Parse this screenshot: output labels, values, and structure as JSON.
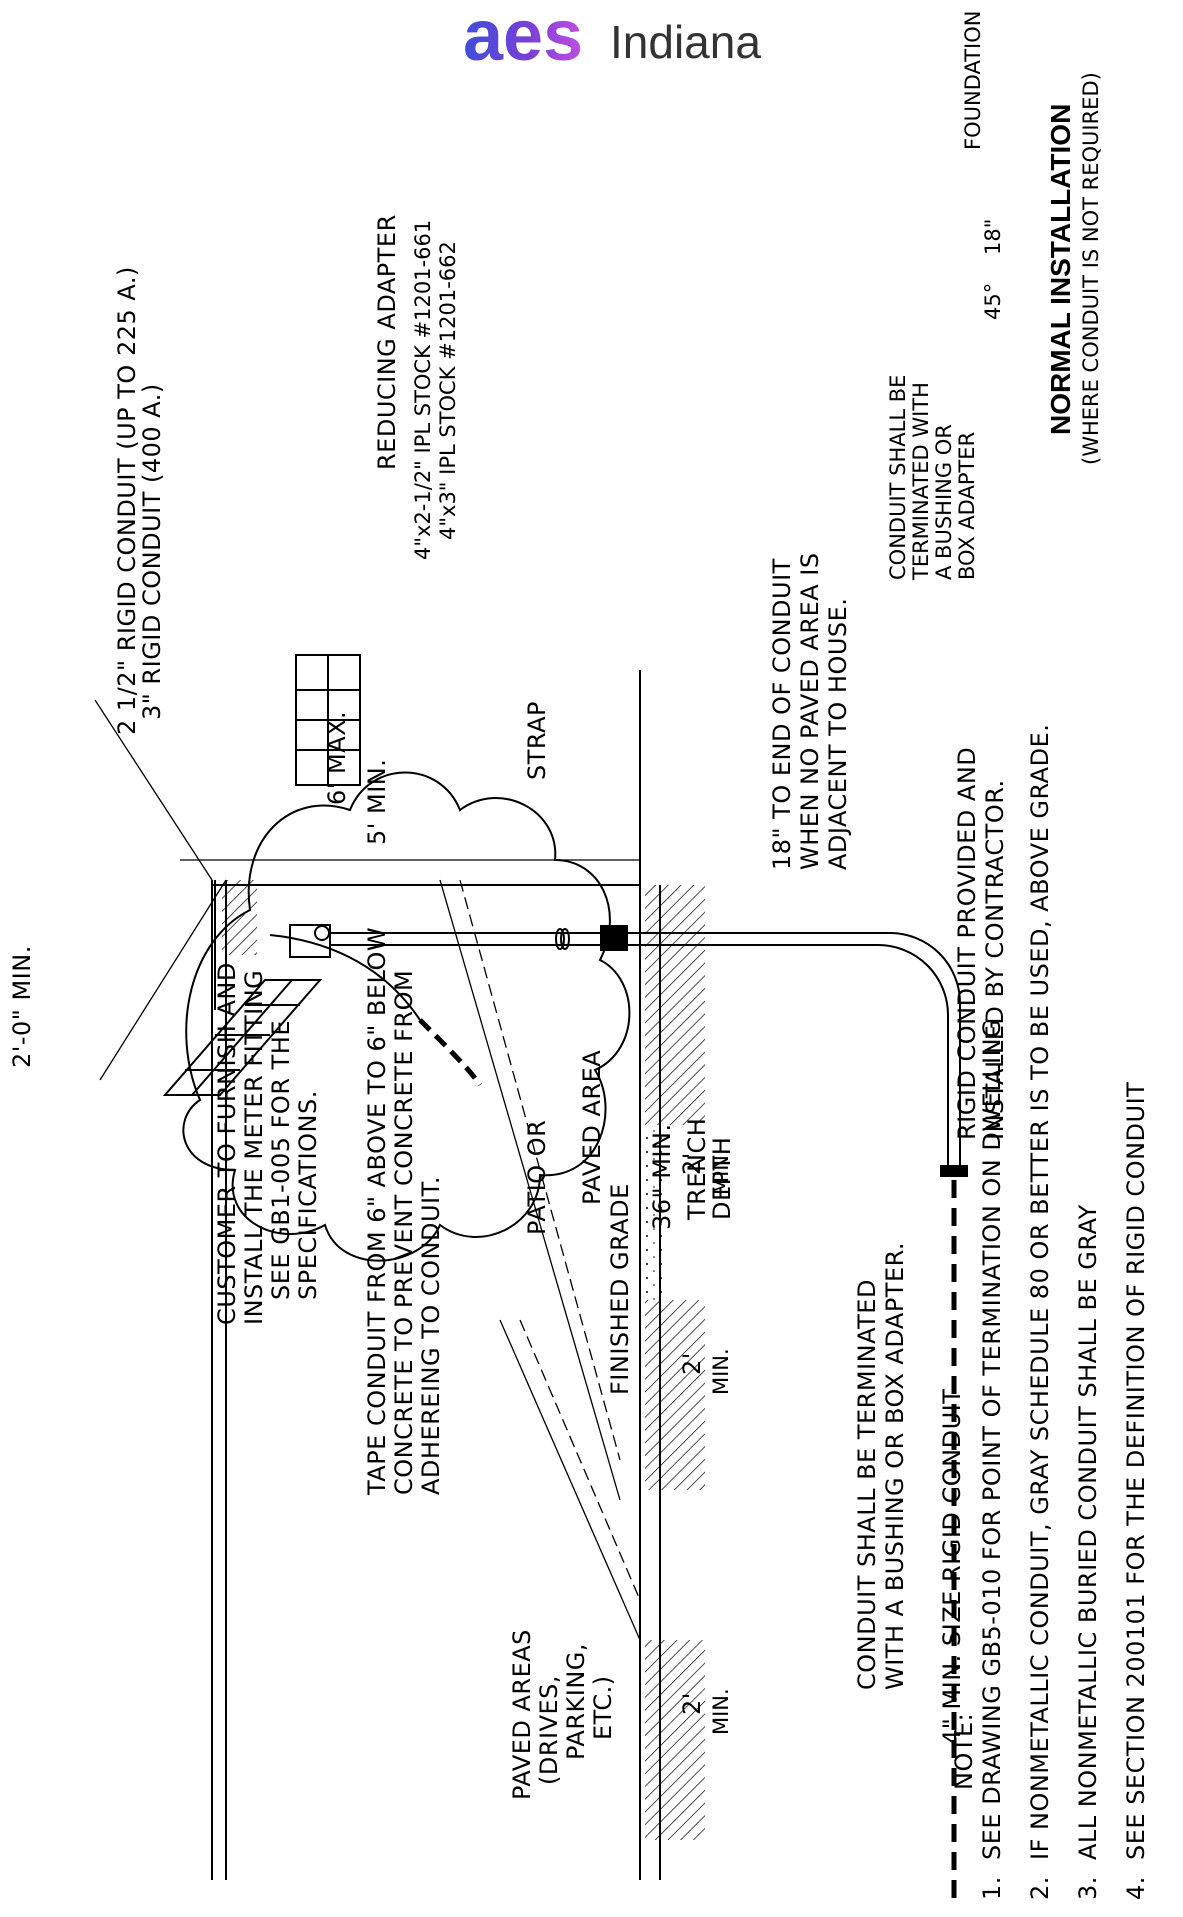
{
  "logo": {
    "mark": "aes",
    "text": "Indiana",
    "colors": [
      "#3d4fd9",
      "#7a3fd6",
      "#c04fe0"
    ]
  },
  "labels": {
    "rigid_conduit_1": "2 1/2\" RIGID CONDUIT (UP TO 225 A.)",
    "rigid_conduit_2": "3\" RIGID CONDUIT (400 A.)",
    "reducing_adapter": "REDUCING ADAPTER",
    "stock_1": "4\"x2-1/2\" IPL STOCK #1201-661",
    "stock_2": "4\"x3\" IPL STOCK #1201-662",
    "min_2ft": "2'-0\" MIN.",
    "max_6ft": "6' MAX.",
    "min_5ft": "5' MIN.",
    "strap": "STRAP",
    "eighteen_end_1": "18\" TO END OF CONDUIT",
    "eighteen_end_2": "WHEN NO PAVED AREA IS",
    "eighteen_end_3": "ADJACENT TO HOUSE.",
    "rigid_provided_1": "RIGID CONDUIT PROVIDED AND",
    "rigid_provided_2": "INSTALLED BY CONTRACTOR.",
    "customer_1": "CUSTOMER TO FURNISH AND",
    "customer_2": "INSTALL THE METER FITTING",
    "customer_3": "SEE GB1-005 FOR THE",
    "customer_4": "SPECIFICATIONS.",
    "tape_1": "TAPE CONDUIT FROM 6\" ABOVE TO 6\" BELOW",
    "tape_2": "CONCRETE TO PREVENT CONCRETE FROM",
    "tape_3": "ADHEREING TO CONDUIT.",
    "patio_1": "PATIO OR",
    "patio_2": "PAVED AREA",
    "finished_grade": "FINISHED GRADE",
    "min_36": "36\" MIN.",
    "trench_1": "TRENCH",
    "trench_2": "DEPTH",
    "paved_1": "PAVED AREAS",
    "paved_2": "(DRIVES,",
    "paved_3": "PARKING,",
    "paved_4": "ETC.)",
    "two_min": "2'",
    "min": "MIN.",
    "terminated_1": "CONDUIT SHALL BE TERMINATED",
    "terminated_2": "WITH A BUSHING OR BOX ADAPTER.",
    "four_min": "4\" MIN. SIZE RIGID CONDUIT",
    "foundation": "FOUNDATION",
    "eighteen": "18\"",
    "fortyfive": "45°",
    "cloud_term_1": "CONDUIT SHALL BE",
    "cloud_term_2": "TERMINATED WITH",
    "cloud_term_3": "A BUSHING OR",
    "cloud_term_4": "BOX ADAPTER",
    "normal_install": "NORMAL INSTALLATION",
    "normal_sub": "(WHERE CONDUIT IS NOT REQUIRED)"
  },
  "notes": {
    "heading": "NOTE:",
    "items": [
      {
        "num": "1.",
        "text": "SEE DRAWING GB5-010 FOR POINT OF TERMINATION ON DWELLING"
      },
      {
        "num": "2.",
        "text": "IF NONMETALLIC CONDUIT, GRAY SCHEDULE 80 OR BETTER IS TO BE USED, ABOVE GRADE."
      },
      {
        "num": "3.",
        "text": "ALL NONMETALLIC BURIED CONDUIT SHALL BE GRAY"
      },
      {
        "num": "4.",
        "text": "SEE SECTION 200101 FOR THE DEFINITION OF RIGID CONDUIT"
      }
    ]
  }
}
